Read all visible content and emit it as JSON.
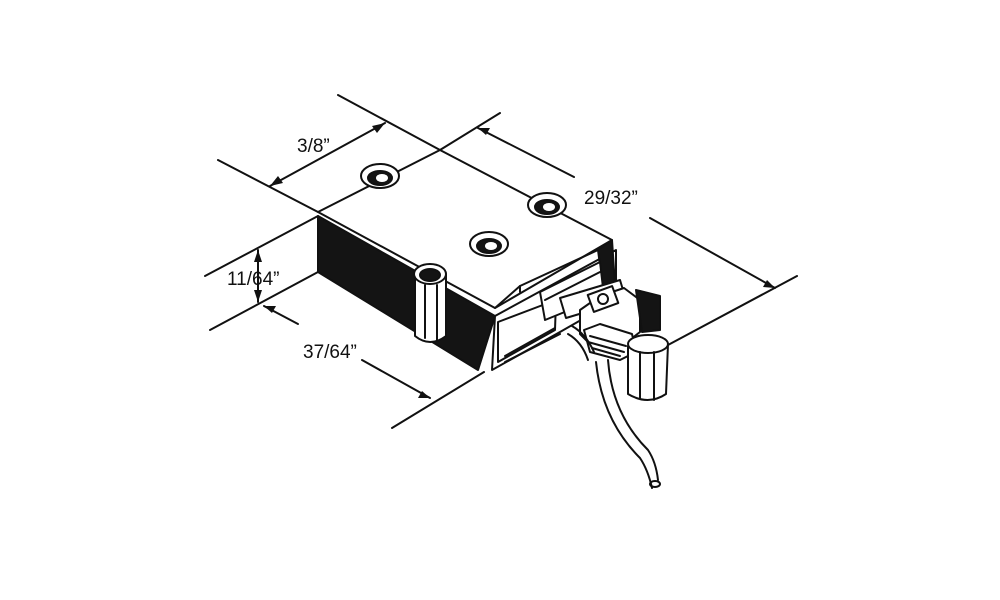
{
  "dimensions": {
    "width": "3/8”",
    "length": "29/32”",
    "height": "11/64”",
    "depth": "37/64”"
  },
  "colors": {
    "ink": "#111111",
    "background": "#ffffff"
  }
}
